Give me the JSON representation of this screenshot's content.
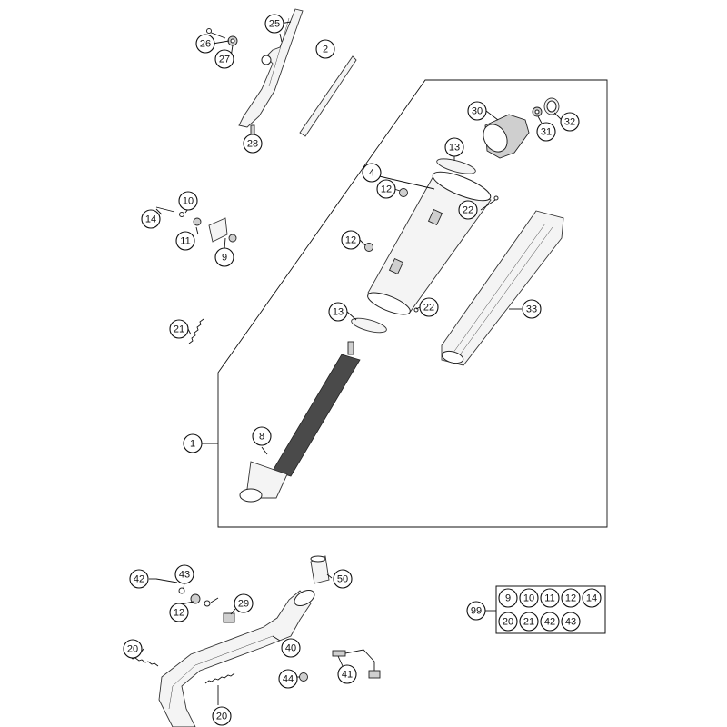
{
  "diagram": {
    "colors": {
      "line": "#111111",
      "part_fill": "#f4f4f4",
      "mesh_fill": "#4a4a4a"
    },
    "callouts": [
      {
        "id": "c1",
        "label": "1"
      },
      {
        "id": "c2",
        "label": "2"
      },
      {
        "id": "c4",
        "label": "4"
      },
      {
        "id": "c8",
        "label": "8"
      },
      {
        "id": "c9",
        "label": "9"
      },
      {
        "id": "c10",
        "label": "10"
      },
      {
        "id": "c11",
        "label": "11"
      },
      {
        "id": "c12a",
        "label": "12"
      },
      {
        "id": "c12b",
        "label": "12"
      },
      {
        "id": "c12c",
        "label": "12"
      },
      {
        "id": "c13a",
        "label": "13"
      },
      {
        "id": "c13b",
        "label": "13"
      },
      {
        "id": "c14",
        "label": "14"
      },
      {
        "id": "c20a",
        "label": "20"
      },
      {
        "id": "c20b",
        "label": "20"
      },
      {
        "id": "c21",
        "label": "21"
      },
      {
        "id": "c22a",
        "label": "22"
      },
      {
        "id": "c22b",
        "label": "22"
      },
      {
        "id": "c25",
        "label": "25"
      },
      {
        "id": "c26",
        "label": "26"
      },
      {
        "id": "c27",
        "label": "27"
      },
      {
        "id": "c28",
        "label": "28"
      },
      {
        "id": "c29",
        "label": "29"
      },
      {
        "id": "c30",
        "label": "30"
      },
      {
        "id": "c31",
        "label": "31"
      },
      {
        "id": "c32",
        "label": "32"
      },
      {
        "id": "c33",
        "label": "33"
      },
      {
        "id": "c40",
        "label": "40"
      },
      {
        "id": "c41",
        "label": "41"
      },
      {
        "id": "c42",
        "label": "42"
      },
      {
        "id": "c43",
        "label": "43"
      },
      {
        "id": "c44",
        "label": "44"
      },
      {
        "id": "c50",
        "label": "50"
      },
      {
        "id": "c99",
        "label": "99"
      }
    ],
    "kit_99": {
      "row1": [
        "9",
        "10",
        "11",
        "12",
        "14"
      ],
      "row2": [
        "20",
        "21",
        "42",
        "43"
      ]
    }
  }
}
